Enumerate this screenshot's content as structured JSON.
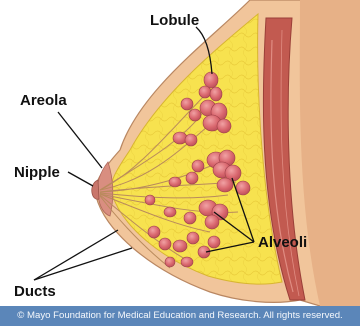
{
  "labels": {
    "lobule": "Lobule",
    "areola": "Areola",
    "nipple": "Nipple",
    "ducts": "Ducts",
    "alveoli": "Alveoli"
  },
  "credit": "© Mayo Foundation for Medical Education and Research. All rights reserved.",
  "colors": {
    "skin": "#f1c59b",
    "fat": "#f7e24f",
    "lobule_fill": "#d9676e",
    "muscle": "#c25a50",
    "credit_bar": "#5b86b9"
  }
}
